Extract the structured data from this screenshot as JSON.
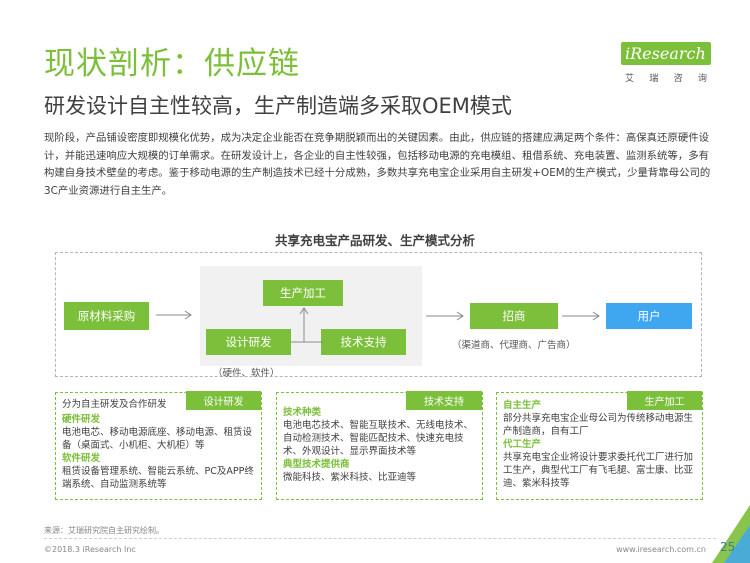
{
  "page": {
    "title": "现状剖析：供应链",
    "subtitle": "研发设计自主性较高，生产制造端多采取OEM模式",
    "intro": "现阶段，产品铺设密度即规模化优势，成为决定企业能否在竞争期脱颖而出的关键因素。由此，供应链的搭建应满足两个条件：高保真还原硬件设计，并能迅速响应大规模的订单需求。在研发设计上，各企业的自主性较强，包括移动电源的充电模组、租借系统、充电装置、监测系统等，多有构建自身技术壁垒的考虑。鉴于移动电源的生产制造技术已经十分成熟，多数共享充电宝企业采用自主研发+OEM的生产模式，少量背靠母公司的3C产业资源进行自主生产。"
  },
  "logo": {
    "text": "iResearch",
    "sub": [
      "艾",
      "瑞",
      "咨",
      "询"
    ]
  },
  "diagram": {
    "title": "共享充电宝产品研发、生产模式分析",
    "raw_material": "原材料采购",
    "production": "生产加工",
    "design": "设计研发",
    "tech": "技术支持",
    "merchant": "招商",
    "user": "用户",
    "design_note": "（硬件、软件）",
    "merchant_note": "（渠道商、代理商、广告商）"
  },
  "details": {
    "design": {
      "tag": "设计研发",
      "line1": "分为自主研发及合作研发",
      "head1": "硬件研发",
      "body1": "电池电芯、移动电源底座、移动电源、租赁设备（桌面式、小机柜、大机柜）等",
      "head2": "软件研发",
      "body2": "租赁设备管理系统、智能云系统、PC及APP终端系统、自动监测系统等"
    },
    "tech": {
      "tag": "技术支持",
      "head1": "技术种类",
      "body1": "电池电芯技术、智能互联技术、无线电技术、自动检测技术、智能匹配技术、快速充电技术、外观设计、显示界面技术等",
      "head2": "典型技术提供商",
      "body2": "微能科技、紫米科技、比亚迪等"
    },
    "production": {
      "tag": "生产加工",
      "head1": "自主生产",
      "body1": "部分共享充电宝企业母公司为传统移动电源生产制造商，自有工厂",
      "head2": "代工生产",
      "body2": "共享充电宝企业将设计要求委托代工厂进行加工生产，典型代工厂有飞毛腿、富士康、比亚迪、紫米科技等"
    }
  },
  "footer": {
    "source": "来源：艾瑞研究院自主研究绘制。",
    "copyright": "©2018.3 iResearch Inc",
    "website": "www.iresearch.com.cn",
    "page_number": "25"
  },
  "colors": {
    "green": "#7cbf3a",
    "blue": "#3fa6f0",
    "panel": "#f1f1f1",
    "text": "#404040"
  }
}
